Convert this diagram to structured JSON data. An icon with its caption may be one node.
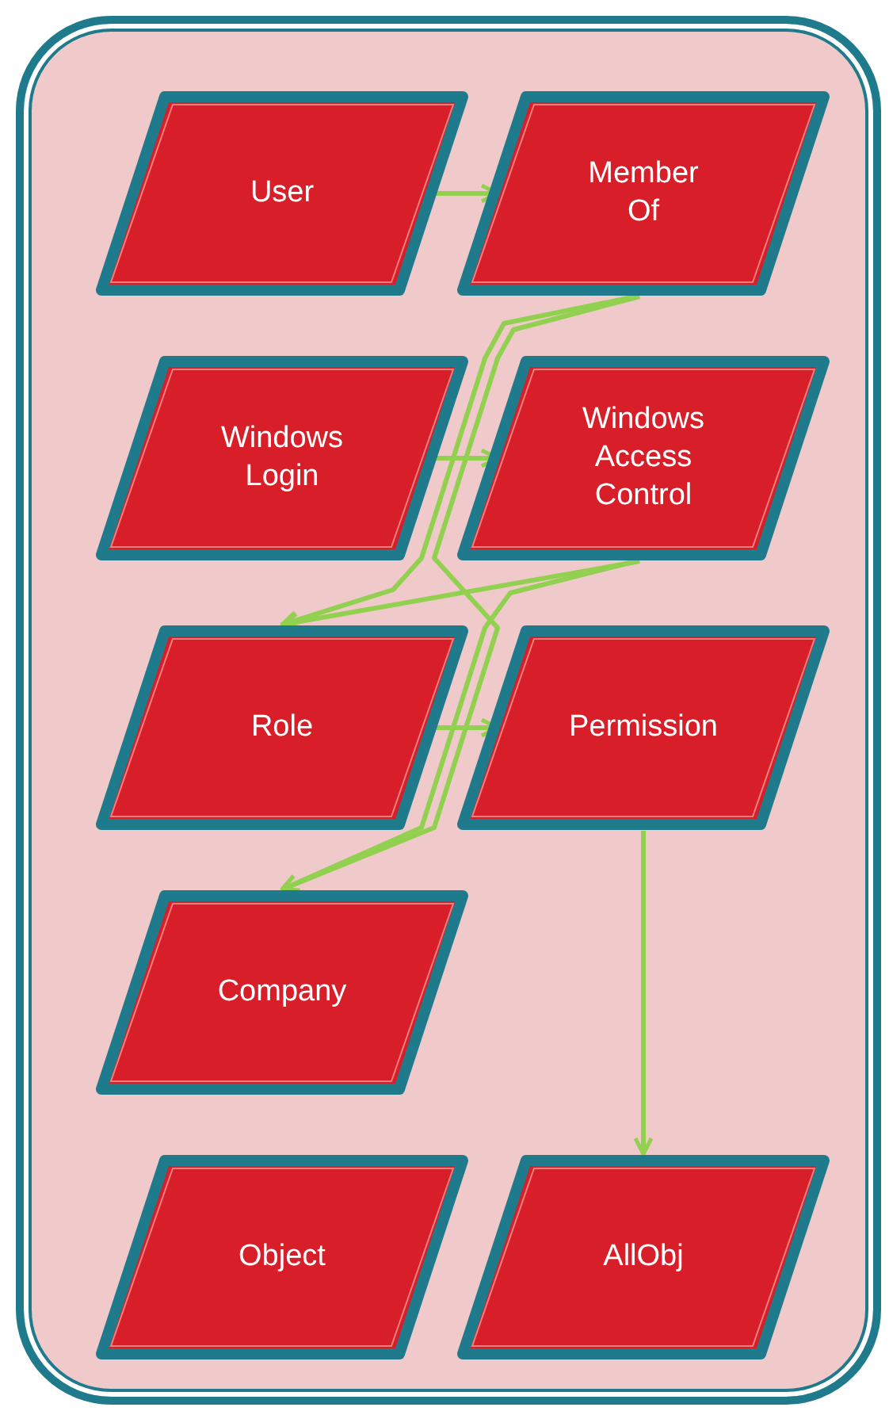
{
  "diagram": {
    "nodes": [
      {
        "text": [
          "User"
        ]
      },
      {
        "text": [
          "Member Of"
        ]
      },
      {
        "text": [
          "Windows Login"
        ]
      },
      {
        "text": [
          "Windows Access Control"
        ]
      },
      {
        "text": [
          "Role"
        ]
      },
      {
        "text": [
          "Permission"
        ]
      },
      {
        "text": [
          "Company"
        ]
      },
      {
        "text": [
          "Object"
        ]
      },
      {
        "text": [
          "AllObj"
        ]
      }
    ],
    "edges": [
      {
        "from": 0,
        "to": 1,
        "arrow": "to"
      },
      {
        "from": 2,
        "to": 3,
        "arrow": "to"
      },
      {
        "from": 4,
        "to": 5,
        "arrow": "to"
      },
      {
        "from": 5,
        "to": 8,
        "arrow": "to"
      },
      {
        "from": 1,
        "to": 4,
        "arrow": "to"
      },
      {
        "from": 3,
        "to": 4,
        "arrow": "to"
      },
      {
        "from": 1,
        "to": 6,
        "arrow": "to"
      },
      {
        "from": 3,
        "to": 6,
        "arrow": "to"
      }
    ]
  }
}
